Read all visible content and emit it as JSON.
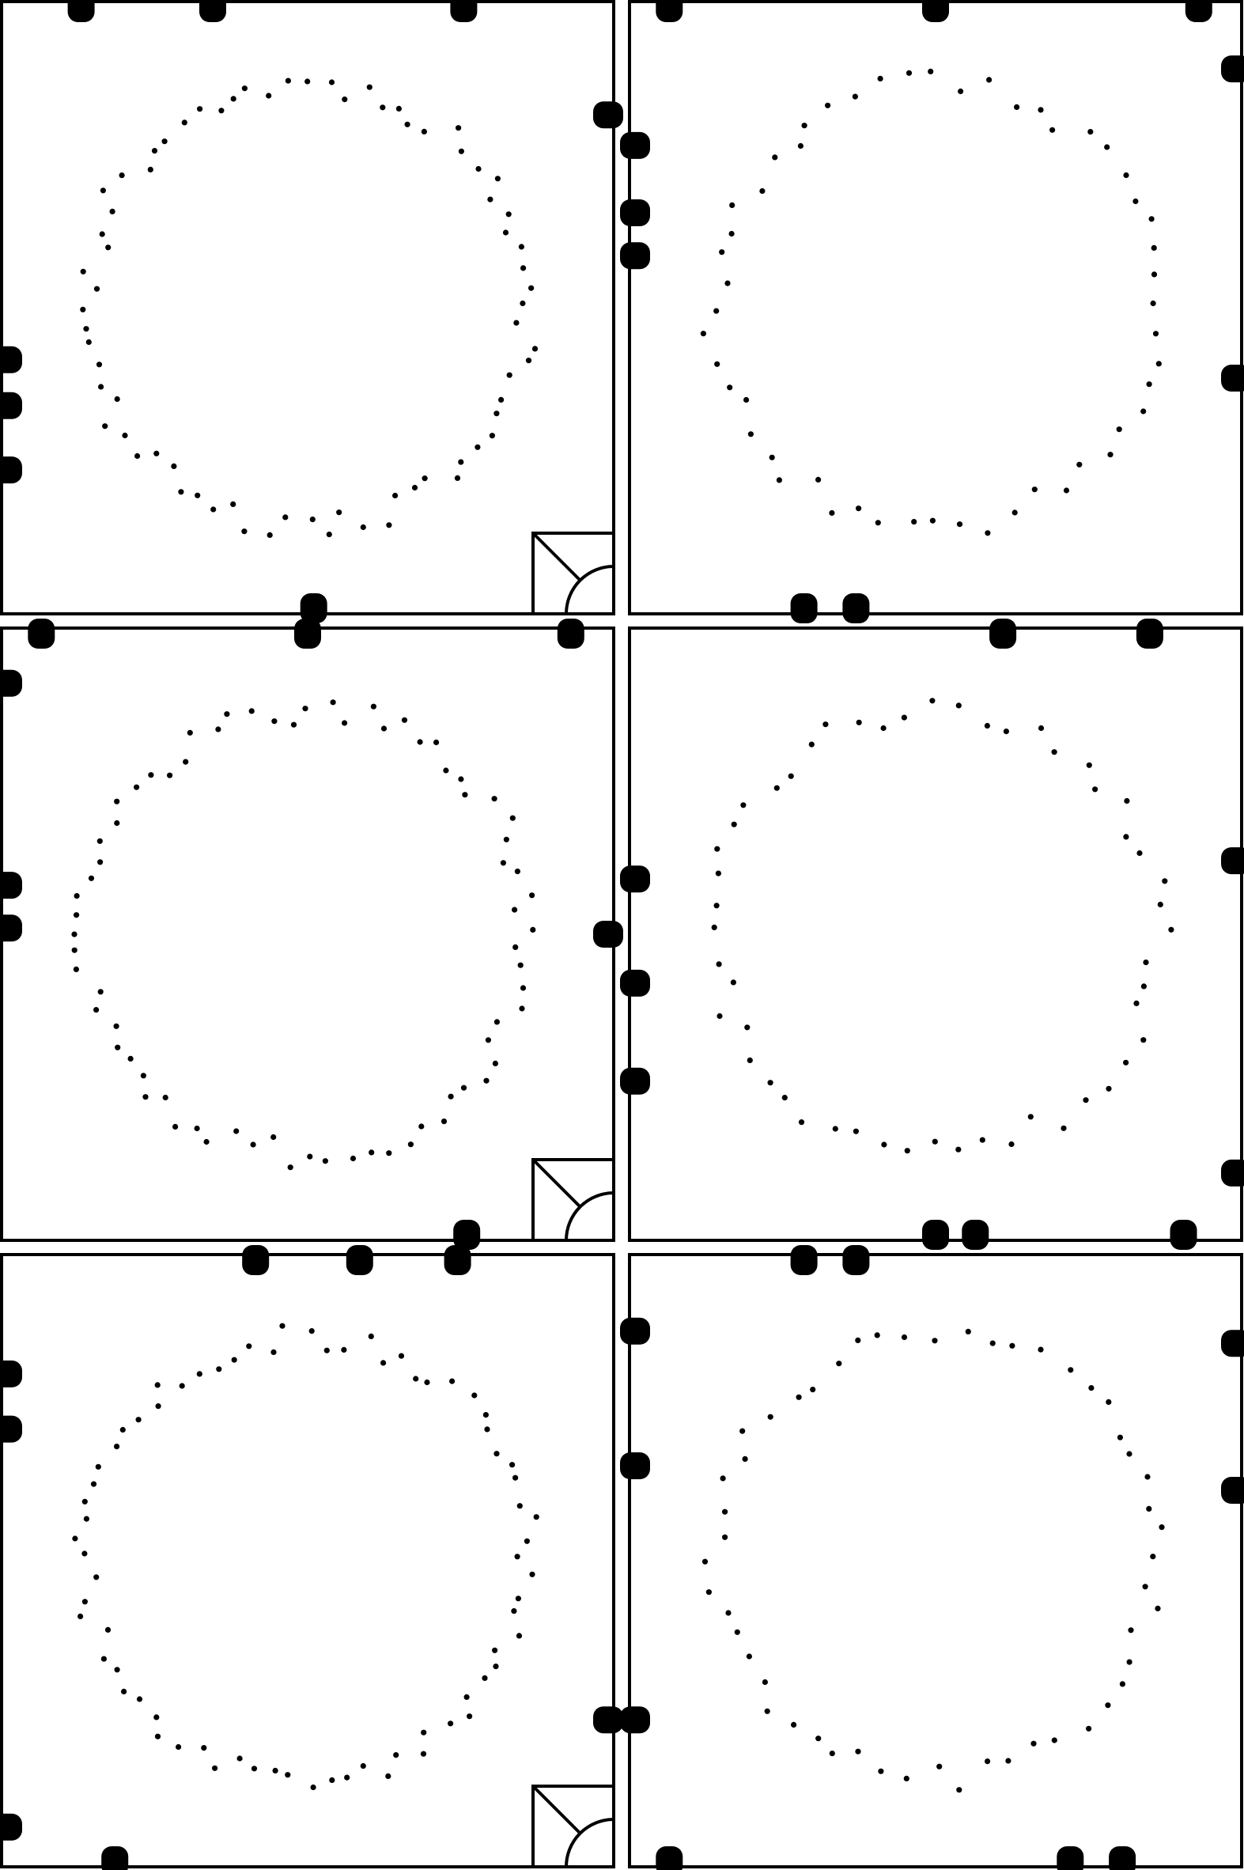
{
  "sheet": {
    "name": "dot-ring-template-sheet",
    "panel_count": 6,
    "columns": 2,
    "rows": 3
  },
  "colors": {
    "stroke": "#000000",
    "fill": "#000000",
    "background": "#ffffff"
  },
  "panels": [
    {
      "id": "panel-1",
      "ring": {
        "dot_count": 72,
        "seed": 11
      },
      "corner_marker": "quarter-circle-icon",
      "tabs": [
        {
          "side": "top",
          "at": 0.13
        },
        {
          "side": "top",
          "at": 0.345
        },
        {
          "side": "top",
          "at": 0.755
        },
        {
          "side": "right",
          "at": 0.185
        },
        {
          "side": "left",
          "at": 0.585
        },
        {
          "side": "left",
          "at": 0.66
        },
        {
          "side": "left",
          "at": 0.765
        },
        {
          "side": "bottom",
          "at": 0.51
        }
      ]
    },
    {
      "id": "panel-2",
      "ring": {
        "dot_count": 52,
        "seed": 23
      },
      "corner_marker": null,
      "tabs": [
        {
          "side": "top",
          "at": 0.065
        },
        {
          "side": "top",
          "at": 0.5
        },
        {
          "side": "top",
          "at": 0.93
        },
        {
          "side": "right",
          "at": 0.11
        },
        {
          "side": "right",
          "at": 0.615
        },
        {
          "side": "left",
          "at": 0.235
        },
        {
          "side": "left",
          "at": 0.345
        },
        {
          "side": "left",
          "at": 0.415
        },
        {
          "side": "bottom",
          "at": 0.285
        },
        {
          "side": "bottom",
          "at": 0.37
        }
      ]
    },
    {
      "id": "panel-3",
      "ring": {
        "dot_count": 72,
        "seed": 37
      },
      "corner_marker": "quarter-circle-icon",
      "tabs": [
        {
          "side": "top",
          "at": 0.065
        },
        {
          "side": "top",
          "at": 0.5
        },
        {
          "side": "top",
          "at": 0.93
        },
        {
          "side": "right",
          "at": 0.5
        },
        {
          "side": "left",
          "at": 0.09
        },
        {
          "side": "left",
          "at": 0.42
        },
        {
          "side": "left",
          "at": 0.49
        },
        {
          "side": "bottom",
          "at": 0.76
        }
      ]
    },
    {
      "id": "panel-4",
      "ring": {
        "dot_count": 52,
        "seed": 41
      },
      "corner_marker": null,
      "tabs": [
        {
          "side": "top",
          "at": 0.61
        },
        {
          "side": "top",
          "at": 0.85
        },
        {
          "side": "right",
          "at": 0.38
        },
        {
          "side": "right",
          "at": 0.89
        },
        {
          "side": "left",
          "at": 0.41
        },
        {
          "side": "left",
          "at": 0.58
        },
        {
          "side": "left",
          "at": 0.74
        },
        {
          "side": "bottom",
          "at": 0.5
        },
        {
          "side": "bottom",
          "at": 0.565
        },
        {
          "side": "bottom",
          "at": 0.905
        }
      ]
    },
    {
      "id": "panel-5",
      "ring": {
        "dot_count": 72,
        "seed": 53
      },
      "corner_marker": "quarter-circle-icon",
      "tabs": [
        {
          "side": "top",
          "at": 0.415
        },
        {
          "side": "top",
          "at": 0.585
        },
        {
          "side": "top",
          "at": 0.745
        },
        {
          "side": "right",
          "at": 0.76
        },
        {
          "side": "left",
          "at": 0.195
        },
        {
          "side": "left",
          "at": 0.285
        },
        {
          "side": "left",
          "at": 0.935
        },
        {
          "side": "bottom",
          "at": 0.185
        }
      ]
    },
    {
      "id": "panel-6",
      "ring": {
        "dot_count": 52,
        "seed": 67
      },
      "corner_marker": null,
      "tabs": [
        {
          "side": "top",
          "at": 0.285
        },
        {
          "side": "top",
          "at": 0.37
        },
        {
          "side": "right",
          "at": 0.145
        },
        {
          "side": "right",
          "at": 0.385
        },
        {
          "side": "left",
          "at": 0.125
        },
        {
          "side": "left",
          "at": 0.345
        },
        {
          "side": "left",
          "at": 0.76
        },
        {
          "side": "bottom",
          "at": 0.065
        },
        {
          "side": "bottom",
          "at": 0.72
        },
        {
          "side": "bottom",
          "at": 0.805
        }
      ]
    }
  ]
}
